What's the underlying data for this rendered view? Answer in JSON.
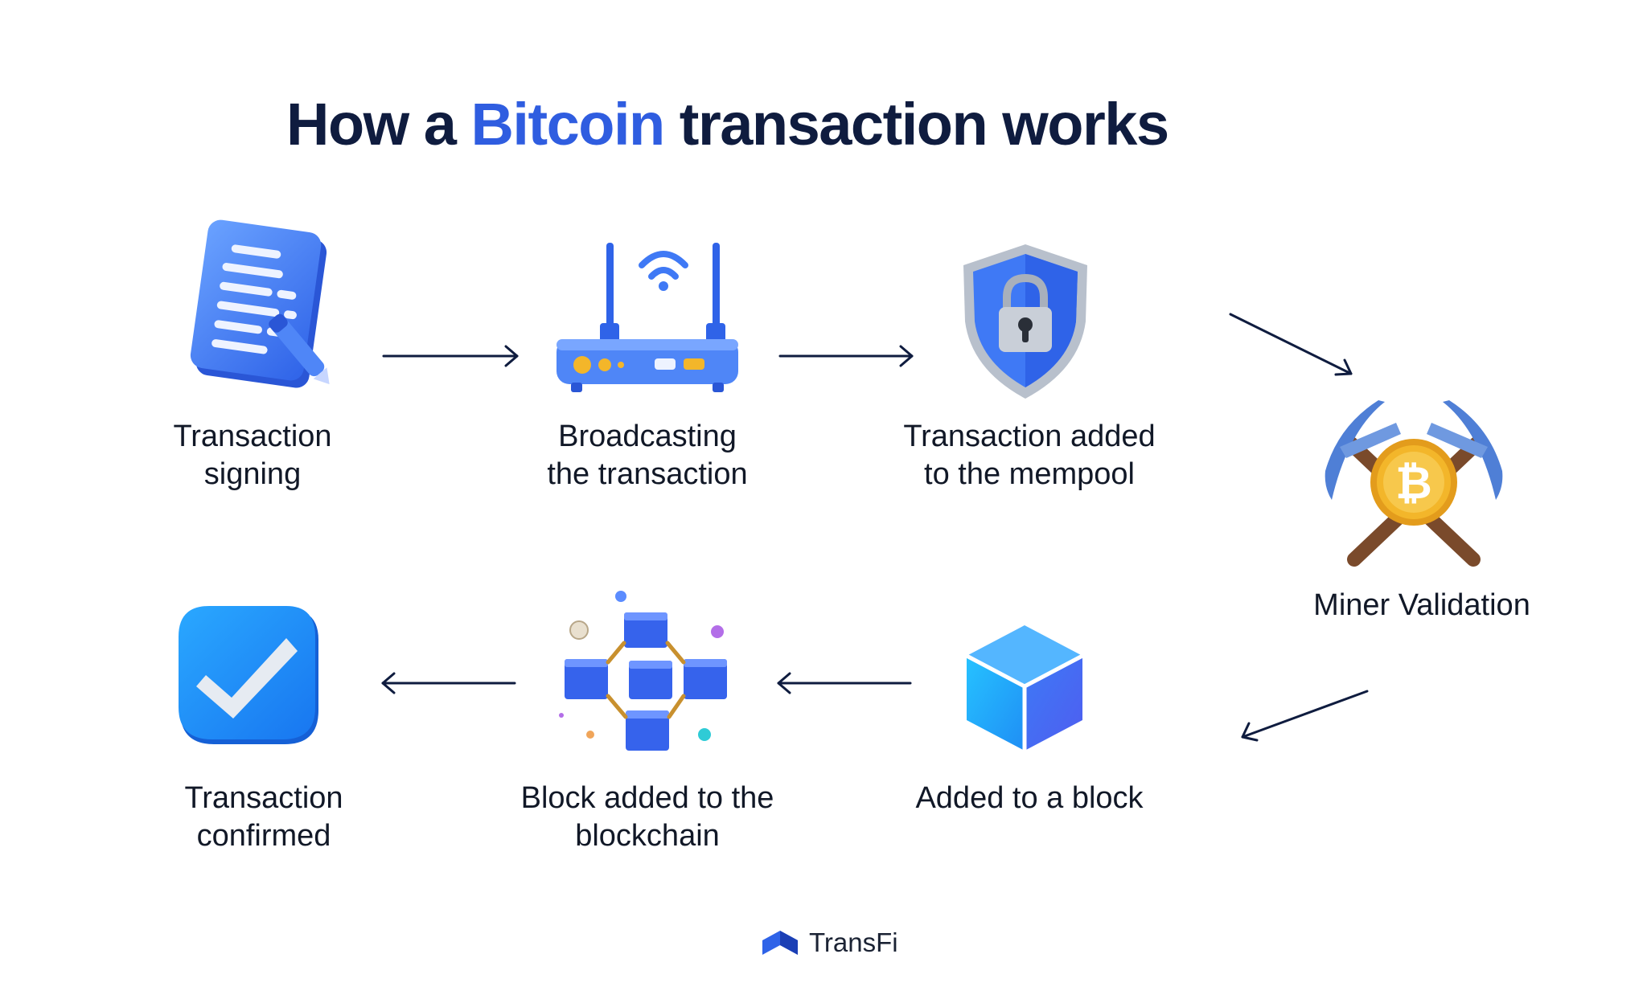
{
  "title": {
    "prefix": "How a ",
    "highlight": "Bitcoin",
    "suffix": " transaction works"
  },
  "steps": [
    {
      "line1": "Transaction",
      "line2": "signing",
      "icon": "document-pen-icon"
    },
    {
      "line1": "Broadcasting",
      "line2": "the transaction",
      "icon": "wifi-router-icon"
    },
    {
      "line1": "Transaction added",
      "line2": "to the mempool",
      "icon": "shield-lock-icon"
    },
    {
      "line1": "Miner Validation",
      "icon": "bitcoin-pickaxe-icon"
    },
    {
      "line1": "Added to a block",
      "icon": "cube-icon"
    },
    {
      "line1": "Block added to the",
      "line2": "blockchain",
      "icon": "blockchain-icon"
    },
    {
      "line1": "Transaction",
      "line2": "confirmed",
      "icon": "checkmark-badge-icon"
    }
  ],
  "brand": {
    "name": "TransFi",
    "icon": "transfi-logo-icon"
  },
  "colors": {
    "title": "#0f1c3f",
    "accent": "#2f5de0",
    "icon_blue": "#3f79f5",
    "arrow": "#0f1c3f",
    "coin_gold": "#f3b62a"
  }
}
